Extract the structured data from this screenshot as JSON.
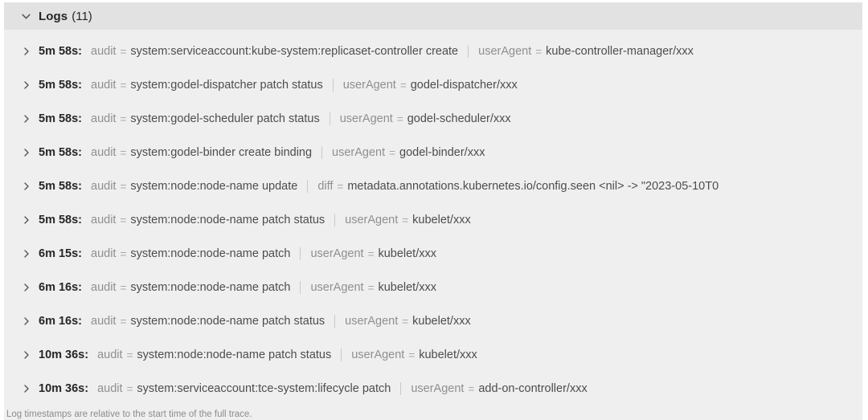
{
  "panel": {
    "header": {
      "title": "Logs",
      "count": "(11)"
    },
    "eq_sign": "=",
    "rows": [
      {
        "time": "5m 58s:",
        "fields": [
          {
            "key": "audit",
            "value": "system:serviceaccount:kube-system:replicaset-controller create"
          },
          {
            "key": "userAgent",
            "value": "kube-controller-manager/xxx"
          }
        ]
      },
      {
        "time": "5m 58s:",
        "fields": [
          {
            "key": "audit",
            "value": "system:godel-dispatcher patch status"
          },
          {
            "key": "userAgent",
            "value": "godel-dispatcher/xxx"
          }
        ]
      },
      {
        "time": "5m 58s:",
        "fields": [
          {
            "key": "audit",
            "value": "system:godel-scheduler patch status"
          },
          {
            "key": "userAgent",
            "value": "godel-scheduler/xxx"
          }
        ]
      },
      {
        "time": "5m 58s:",
        "fields": [
          {
            "key": "audit",
            "value": "system:godel-binder create binding"
          },
          {
            "key": "userAgent",
            "value": "godel-binder/xxx"
          }
        ]
      },
      {
        "time": "5m 58s:",
        "fields": [
          {
            "key": "audit",
            "value": "system:node:node-name update"
          },
          {
            "key": "diff",
            "value": "metadata.annotations.kubernetes.io/config.seen <nil> -> \"2023-05-10T0"
          }
        ]
      },
      {
        "time": "5m 58s:",
        "fields": [
          {
            "key": "audit",
            "value": "system:node:node-name patch status"
          },
          {
            "key": "userAgent",
            "value": "kubelet/xxx"
          }
        ]
      },
      {
        "time": "6m 15s:",
        "fields": [
          {
            "key": "audit",
            "value": "system:node:node-name patch"
          },
          {
            "key": "userAgent",
            "value": "kubelet/xxx"
          }
        ]
      },
      {
        "time": "6m 16s:",
        "fields": [
          {
            "key": "audit",
            "value": "system:node:node-name patch"
          },
          {
            "key": "userAgent",
            "value": "kubelet/xxx"
          }
        ]
      },
      {
        "time": "6m 16s:",
        "fields": [
          {
            "key": "audit",
            "value": "system:node:node-name patch status"
          },
          {
            "key": "userAgent",
            "value": "kubelet/xxx"
          }
        ]
      },
      {
        "time": "10m 36s:",
        "fields": [
          {
            "key": "audit",
            "value": "system:node:node-name patch status"
          },
          {
            "key": "userAgent",
            "value": "kubelet/xxx"
          }
        ]
      },
      {
        "time": "10m 36s:",
        "fields": [
          {
            "key": "audit",
            "value": "system:serviceaccount:tce-system:lifecycle patch"
          },
          {
            "key": "userAgent",
            "value": "add-on-controller/xxx"
          }
        ]
      }
    ],
    "footer": "Log timestamps are relative to the start time of the full trace.",
    "colors": {
      "header_bg": "#e2e2e2",
      "rows_bg": "#efefef",
      "dark_text": "#262626",
      "key_text": "#8f8f8f",
      "eq_text": "#a8a8a8",
      "value_text": "#4d4d4d",
      "chevron": "#555555",
      "separator": "#c9c9c9",
      "footer_text": "#8c8c8c"
    }
  }
}
